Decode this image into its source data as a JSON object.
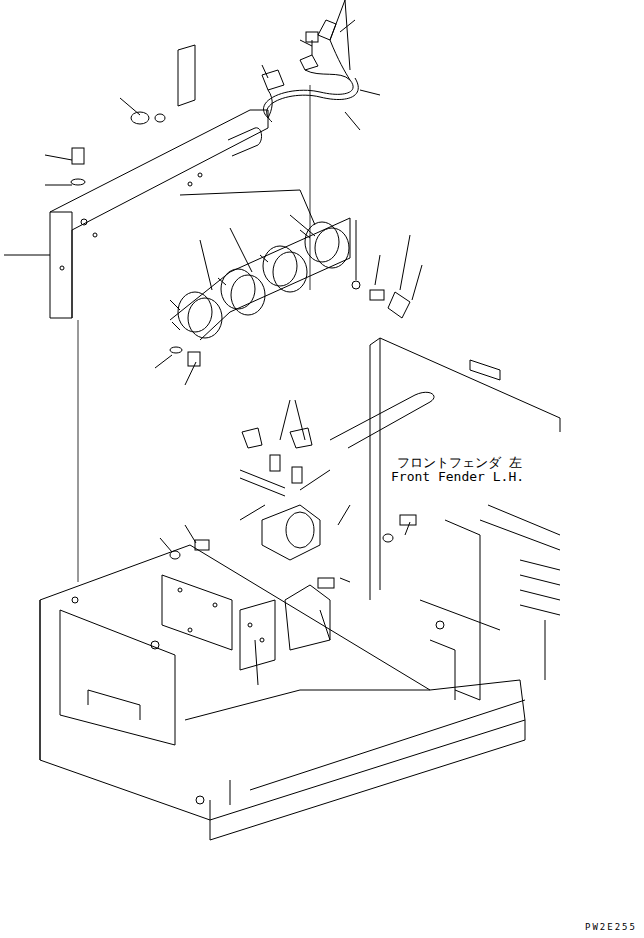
{
  "diagram": {
    "labels": [
      "フロントフェンダ 左",
      "Front Fender L.H.",
      "PW2E255"
    ]
  }
}
